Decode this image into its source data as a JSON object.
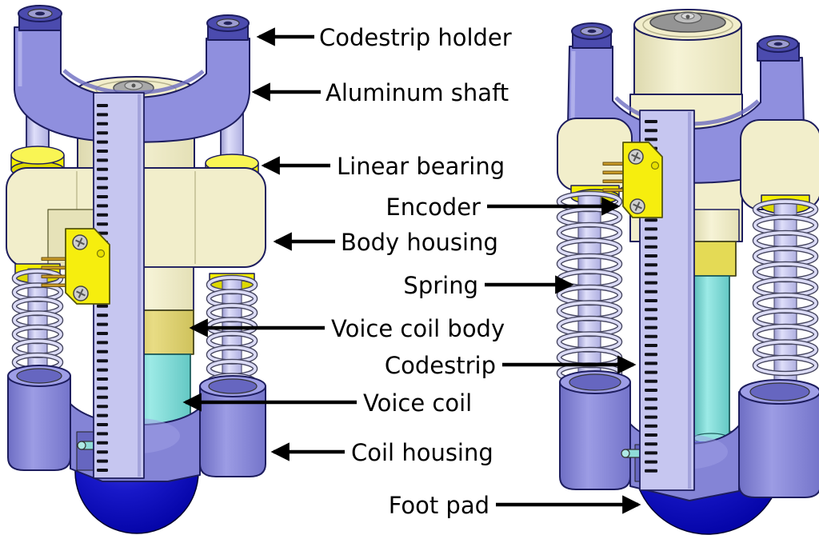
{
  "page": {
    "type": "technical-diagram",
    "background": "#ffffff"
  },
  "labels": [
    {
      "id": "codestrip_holder",
      "text": "Codestrip holder",
      "arrow": "left"
    },
    {
      "id": "aluminum_shaft",
      "text": "Aluminum shaft",
      "arrow": "left"
    },
    {
      "id": "linear_bearing",
      "text": "Linear bearing",
      "arrow": "left"
    },
    {
      "id": "encoder",
      "text": "Encoder",
      "arrow": "right"
    },
    {
      "id": "body_housing",
      "text": "Body housing",
      "arrow": "left"
    },
    {
      "id": "spring",
      "text": "Spring",
      "arrow": "right"
    },
    {
      "id": "voice_coil_body",
      "text": "Voice coil body",
      "arrow": "left"
    },
    {
      "id": "codestrip",
      "text": "Codestrip",
      "arrow": "right"
    },
    {
      "id": "voice_coil",
      "text": "Voice coil",
      "arrow": "left"
    },
    {
      "id": "coil_housing",
      "text": "Coil housing",
      "arrow": "left"
    },
    {
      "id": "foot_pad",
      "text": "Foot pad",
      "arrow": "right"
    }
  ],
  "colors": {
    "page_bg": "#ffffff",
    "label_text": "#000000",
    "arrow": "#000000",
    "outline": "#1d1d5e",
    "yoke": "#8f8fde",
    "yoke_dark": "#4b4bae",
    "yoke_inner": "#9c9cd0",
    "shaft": "#c9c9ee",
    "bearing": "#f4ee00",
    "bearing_light": "#f9f554",
    "housing": "#f2eecb",
    "housing_shade": "#e6e2b8",
    "encoder": "#f6ee0e",
    "codestrip": "#c6c6f0",
    "codestrip_edge": "#a4a4dc",
    "tick": "#101018",
    "spring": "#dcdcf6",
    "spring_dark": "#44445e",
    "voice_coil_body": "#ddd06a",
    "voice_coil": "#7edad6",
    "voice_coil_light": "#9ceae6",
    "mint": "#aee4c4",
    "coil_housing": "#8484d6",
    "coil_housing_light": "#9e9ee6",
    "coil_housing_dark": "#6666c0",
    "foot_pad": "#1111bb",
    "cap_gray": "#949494",
    "screw_gray": "#cfcfcf",
    "pin_gold": "#c89a28"
  }
}
